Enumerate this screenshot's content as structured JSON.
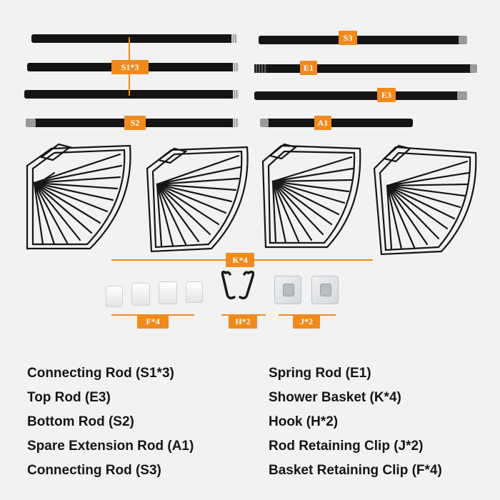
{
  "tags": {
    "s1": "S1*3",
    "s2": "S2",
    "s3": "S3",
    "e1": "E1",
    "e3": "E3",
    "a1": "A1",
    "k": "K*4",
    "f": "F*4",
    "h": "H*2",
    "j": "J*2"
  },
  "legend": {
    "left": [
      "Connecting Rod (S1*3)",
      "Top Rod (E3)",
      "Bottom Rod (S2)",
      "Spare Extension Rod (A1)",
      "Connecting Rod (S3)"
    ],
    "right": [
      "Spring Rod (E1)",
      "Shower Basket (K*4)",
      "Hook (H*2)",
      "Rod Retaining Clip (J*2)",
      "Basket Retaining Clip (F*4)"
    ]
  },
  "colors": {
    "accent": "#f08a1c",
    "rod": "#141414",
    "background": "#f2f2f2"
  }
}
